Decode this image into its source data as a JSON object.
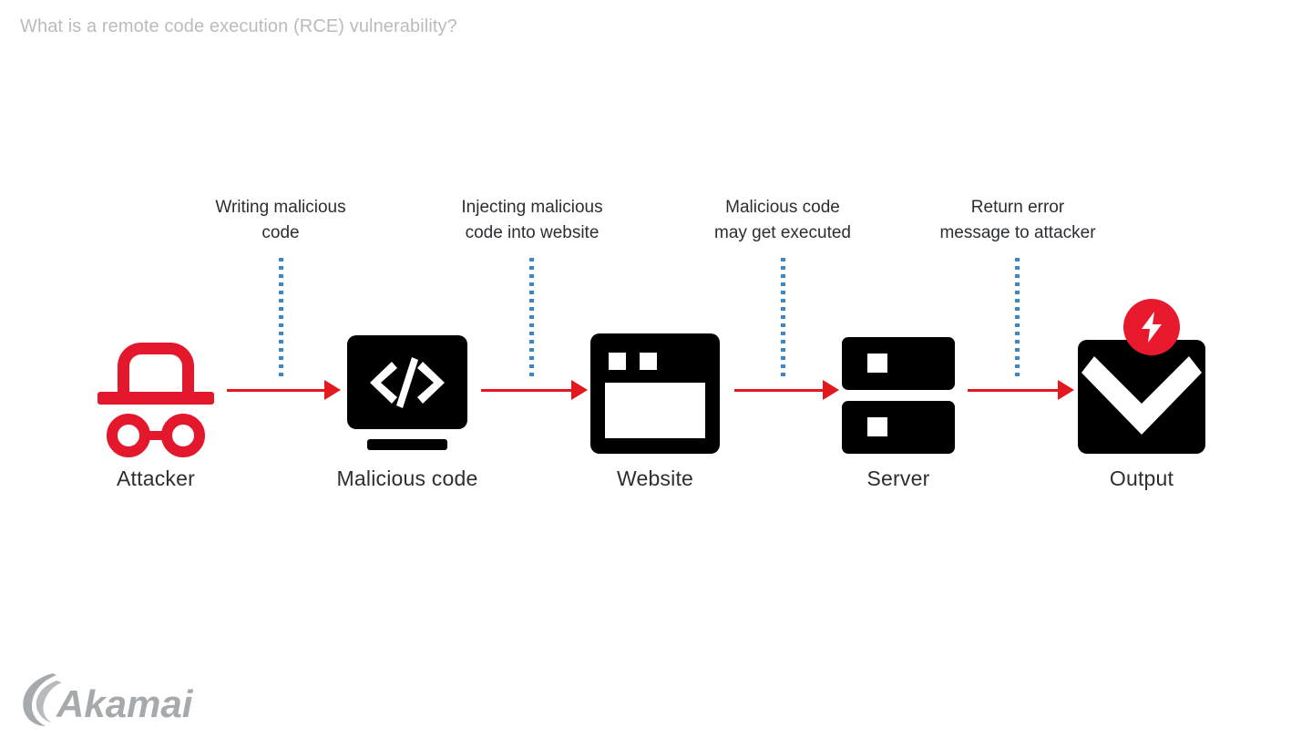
{
  "page": {
    "title": "What is a remote code execution (RCE) vulnerability?",
    "title_color": "#b9bcbe",
    "background": "#ffffff"
  },
  "theme": {
    "accent_red": "#e4181f",
    "icon_red": "#e4182c",
    "badge_red": "#e8192c",
    "icon_black": "#000000",
    "dotted_blue": "#3f86c4",
    "text_color": "#2b2f33",
    "logo_gray": "#a7aaad"
  },
  "diagram": {
    "type": "process-flow",
    "nodes": [
      {
        "id": "attacker",
        "caption": "Attacker",
        "icon": "incognito-spy-icon",
        "icon_color": "#e4182c"
      },
      {
        "id": "malicious-code",
        "caption": "Malicious code",
        "icon": "monitor-code-icon",
        "icon_color": "#000000"
      },
      {
        "id": "website",
        "caption": "Website",
        "icon": "browser-window-icon",
        "icon_color": "#000000"
      },
      {
        "id": "server",
        "caption": "Server",
        "icon": "server-rack-icon",
        "icon_color": "#000000"
      },
      {
        "id": "output",
        "caption": "Output",
        "icon": "output-chevron-icon",
        "icon_color": "#000000",
        "badge_icon": "lightning-bolt-icon"
      }
    ],
    "connectors": [
      {
        "id": "c1",
        "label": "Writing malicious\ncode",
        "line1": "Writing malicious",
        "line2": "code",
        "from": "attacker",
        "to": "malicious-code",
        "arrow": "right-arrow-icon"
      },
      {
        "id": "c2",
        "label": "Injecting malicious\ncode into website",
        "line1": "Injecting malicious",
        "line2": "code into website",
        "from": "malicious-code",
        "to": "website",
        "arrow": "right-arrow-icon"
      },
      {
        "id": "c3",
        "label": "Malicious code\nmay get executed",
        "line1": "Malicious code",
        "line2": "may get executed",
        "from": "website",
        "to": "server",
        "arrow": "right-arrow-icon"
      },
      {
        "id": "c4",
        "label": "Return error\nmessage to attacker",
        "line1": "Return error",
        "line2": "message to attacker",
        "from": "server",
        "to": "output",
        "arrow": "right-arrow-icon"
      }
    ]
  },
  "footer": {
    "logo_name": "Akamai",
    "logo_wordmark": "Akamai"
  }
}
